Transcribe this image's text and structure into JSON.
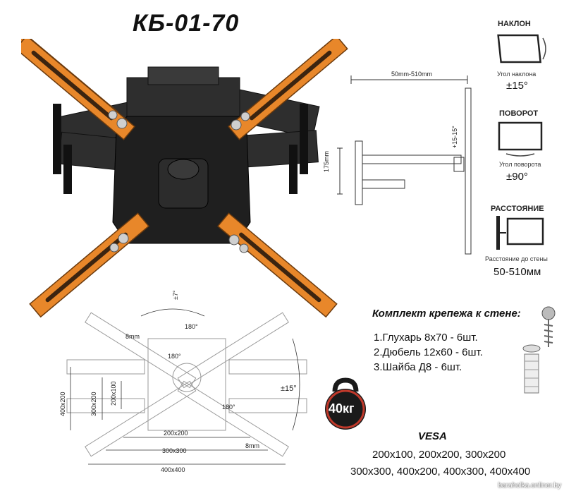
{
  "title": "КБ-01-70",
  "features": {
    "tilt": {
      "heading": "НАКЛОН",
      "sub": "Угол наклона",
      "value": "±15°"
    },
    "swivel": {
      "heading": "ПОВОРОТ",
      "sub": "Угол поворота",
      "value": "±90°"
    },
    "distance": {
      "heading": "РАССТОЯНИЕ",
      "sub": "Расстояние до стены",
      "value": "50-510мм"
    }
  },
  "side_diagram": {
    "width_label": "50mm-510mm",
    "height_label": "175mm",
    "tilt_label": "+15-15°"
  },
  "kit": {
    "title": "Комплект крепежа к стене:",
    "items": [
      "1.Глухарь 8х70 - 6шт.",
      "2.Дюбель 12х60 - 6шт.",
      "3.Шайба Д8 - 6шт."
    ]
  },
  "weight": {
    "label": "40кг"
  },
  "vesa": {
    "title": "VESA",
    "line1": "200х100, 200х200, 300х200",
    "line2": "300х300, 400х200, 400х300, 400х400"
  },
  "line_diagram": {
    "rot_top": "±7°",
    "deg180_a": "180°",
    "deg180_b": "180°",
    "deg180_c": "180°",
    "mm8_a": "8mm",
    "mm8_b": "8mm",
    "side_angle": "±15°",
    "v400x200": "400x200",
    "v300x200": "300x200",
    "v200x100": "200x100",
    "h200x200": "200x200",
    "h300x300": "300x300",
    "h400x400": "400x400"
  },
  "watermark": "baraholka.onliner.by",
  "colors": {
    "orange": "#e8872a",
    "black": "#1c1c1c",
    "steel": "#3a3a3a"
  }
}
